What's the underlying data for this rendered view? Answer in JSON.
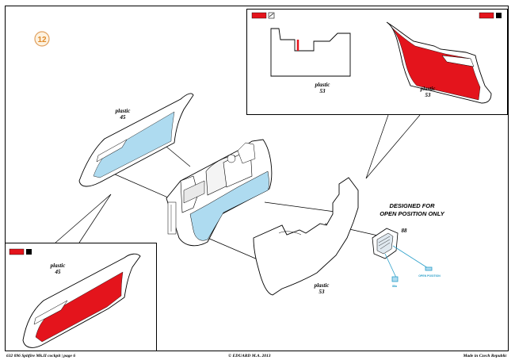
{
  "step": {
    "number": "12"
  },
  "parts": {
    "plastic_label": "plastic",
    "part_45": "45",
    "part_53": "53",
    "part_88": "88"
  },
  "note": {
    "line1": "DESIGNED FOR",
    "line2": "OPEN POSITION ONLY"
  },
  "small_callouts": {
    "a": "88a",
    "b": "OPEN POSITION"
  },
  "footer": {
    "left": "632 096  Spitfire Mk.II cockpit  |  page 6",
    "center": "© EDUARD M.A. 2013",
    "right": "Made in Czech Republic"
  },
  "colors": {
    "red": "#e4141c",
    "blue": "#aedbf0",
    "accent": "#2a9fc9"
  }
}
